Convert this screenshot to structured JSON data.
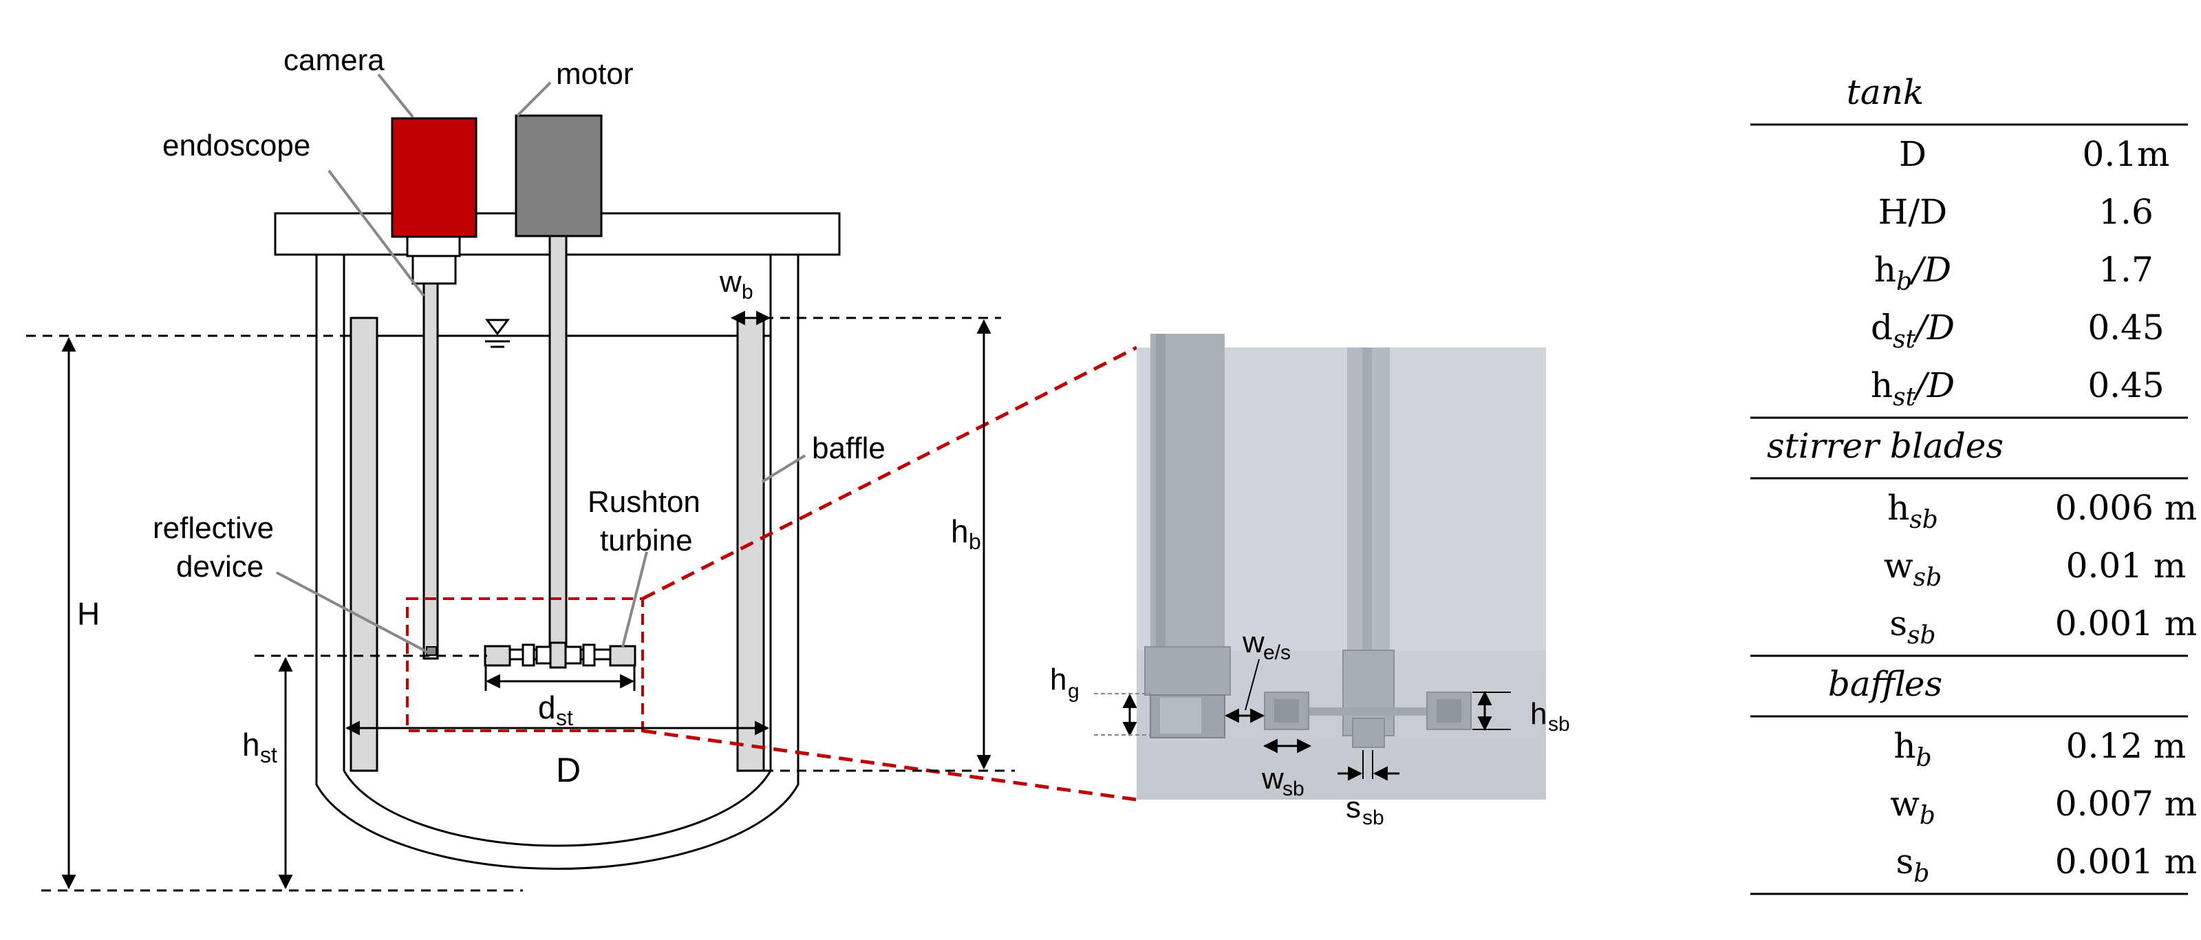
{
  "labels": {
    "camera": "camera",
    "motor": "motor",
    "endoscope": "endoscope",
    "baffle": "baffle",
    "rushton_line1": "Rushton",
    "rushton_line2": "turbine",
    "reflective_line1": "reflective",
    "reflective_line2": "device",
    "H": "H",
    "D": "D",
    "h": "h",
    "d": "d",
    "w": "w",
    "s": "s",
    "sub_b": "b",
    "sub_st": "st",
    "sub_g": "g",
    "sub_es": "e/s",
    "sub_sb": "sb"
  },
  "table": {
    "sections": [
      {
        "header": "tank",
        "rows": [
          {
            "sym": "D",
            "sub": "",
            "tail": "",
            "value": "0.1m"
          },
          {
            "sym": "H/D",
            "sub": "",
            "tail": "",
            "value": "1.6"
          },
          {
            "sym": "h",
            "sub": "b",
            "tail": "/D",
            "value": "1.7"
          },
          {
            "sym": "d",
            "sub": "st",
            "tail": "/D",
            "value": "0.45"
          },
          {
            "sym": "h",
            "sub": "st",
            "tail": "/D",
            "value": "0.45"
          }
        ]
      },
      {
        "header": "stirrer blades",
        "rows": [
          {
            "sym": "h",
            "sub": "sb",
            "tail": "",
            "value": "0.006 m"
          },
          {
            "sym": "w",
            "sub": "sb",
            "tail": "",
            "value": "0.01 m"
          },
          {
            "sym": "s",
            "sub": "sb",
            "tail": "",
            "value": "0.001 m"
          }
        ]
      },
      {
        "header": "baffles",
        "rows": [
          {
            "sym": "h",
            "sub": "b",
            "tail": "",
            "value": "0.12 m"
          },
          {
            "sym": "w",
            "sub": "b",
            "tail": "",
            "value": "0.007 m"
          },
          {
            "sym": "s",
            "sub": "b",
            "tail": "",
            "value": "0.001 m"
          }
        ]
      }
    ]
  },
  "colors": {
    "camera": "#c00000",
    "motor": "#808080",
    "frame": "#000000",
    "baffle_fill": "#d9d9d9",
    "zoom_dash": "#c00000",
    "zoom_bg": "#c7cdd4",
    "zoom_part": "#a9b0b8"
  }
}
